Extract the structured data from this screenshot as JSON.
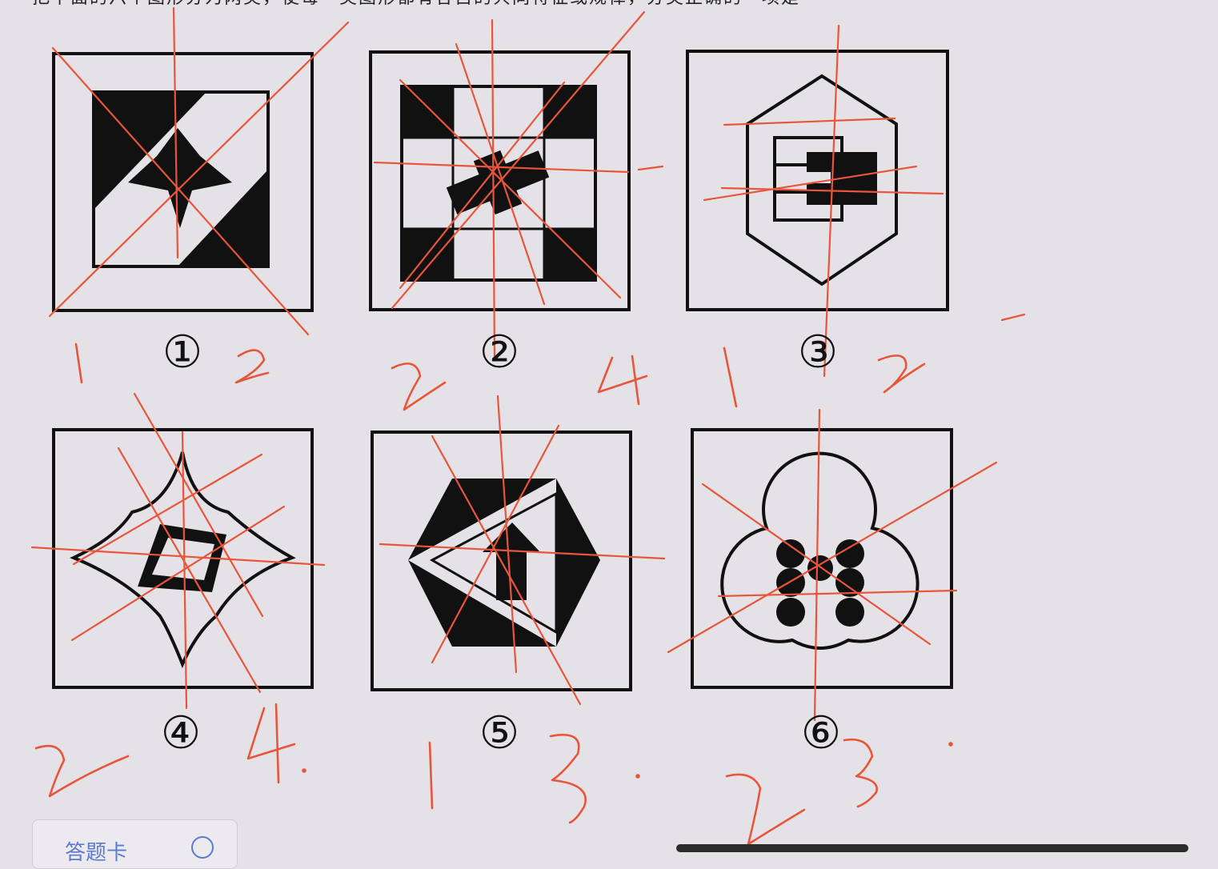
{
  "header": {
    "text": "把下面的六个图形分为两类，使每一类图形都有各自的共同特征或规律，分类正确的一项是"
  },
  "figures": [
    {
      "label": "①"
    },
    {
      "label": "②"
    },
    {
      "label": "③"
    },
    {
      "label": "④"
    },
    {
      "label": "⑤"
    },
    {
      "label": "⑥"
    }
  ],
  "annotations": {
    "fig1": [
      "1",
      "2"
    ],
    "fig2": [
      "2",
      "4"
    ],
    "fig3": [
      "1",
      "2"
    ],
    "fig4": [
      "2",
      "4."
    ],
    "fig5": [
      "1",
      "3."
    ],
    "fig6": [
      "2",
      "3"
    ]
  },
  "answer_card": {
    "label": "答题卡"
  },
  "colors": {
    "ink": "#111111",
    "pen": "#e8553a",
    "background": "#e4e2e6",
    "link": "#5a7bd1"
  }
}
